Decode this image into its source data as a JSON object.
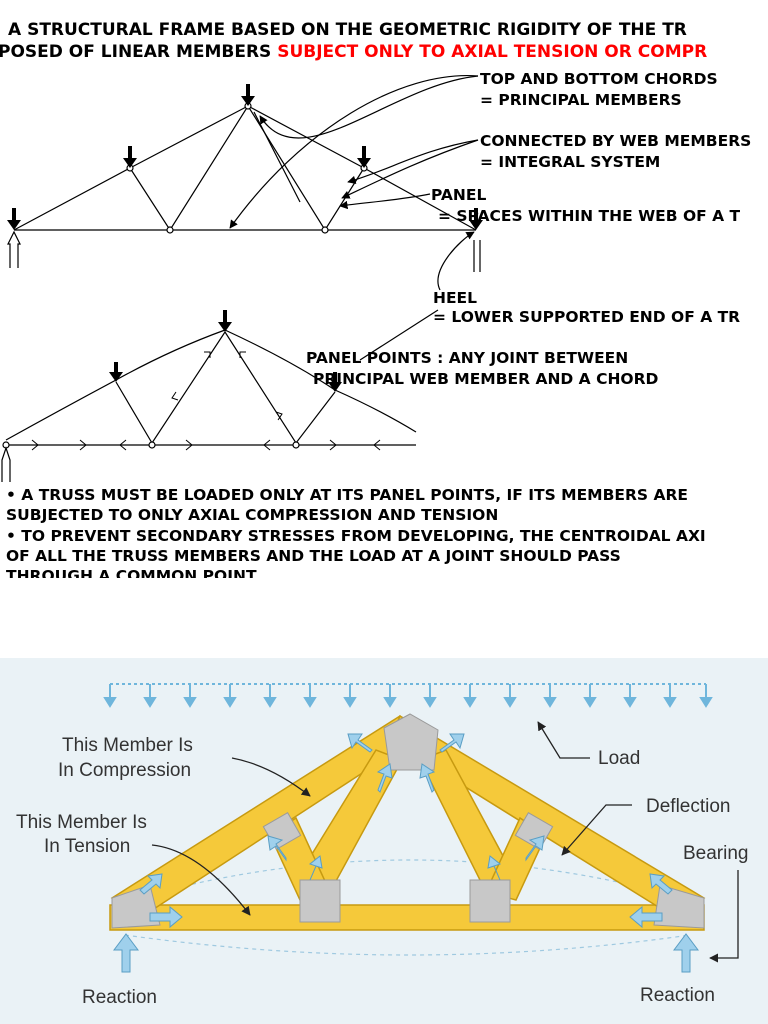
{
  "header": {
    "line1": "A STRUCTURAL FRAME BASED ON THE GEOMETRIC RIGIDITY OF THE TR",
    "line2_prefix": "POSED OF LINEAR MEMBERS ",
    "line2_red": "SUBJECT ONLY TO AXIAL TENSION OR COMPR"
  },
  "annotations": {
    "chords_title": "TOP AND BOTTOM CHORDS",
    "chords_def": "= PRINCIPAL MEMBERS",
    "web_title": "CONNECTED BY WEB MEMBERS",
    "web_def": "= INTEGRAL SYSTEM",
    "panel_title": "PANEL",
    "panel_def": "= SPACES WITHIN THE WEB OF A T",
    "heel_title": "HEEL",
    "heel_def": "= LOWER SUPPORTED END OF A TR",
    "panel_points_line1": "PANEL POINTS :  ANY JOINT BETWEEN",
    "panel_points_line2": "PRINCIPAL WEB MEMBER  AND A CHORD"
  },
  "bullets": [
    {
      "line1": "• A TRUSS MUST BE LOADED ONLY AT ITS PANEL POINTS, IF ITS MEMBERS ARE",
      "line2": "SUBJECTED TO ONLY AXIAL COMPRESSION AND TENSION"
    },
    {
      "line1": "• TO PREVENT SECONDARY STRESSES FROM DEVELOPING, THE CENTROIDAL AXI",
      "line2": "OF ALL THE   TRUSS MEMBERS AND THE LOAD AT A JOINT SHOULD PASS",
      "line3": "THROUGH A COMMON POINT"
    }
  ],
  "photo_labels": {
    "compression_1": "This Member Is",
    "compression_2": "In Compression",
    "tension_1": "This Member Is",
    "tension_2": "In Tension",
    "load": "Load",
    "deflection": "Deflection",
    "bearing": "Bearing",
    "reaction_left": "Reaction",
    "reaction_right": "Reaction"
  },
  "colors": {
    "accent_red": "#ff0000",
    "timber": "#f5c93a",
    "timber_edge": "#c79a10",
    "gusset": "#c8c8c8",
    "force_arrow": "#9fd0ec",
    "load_arrow": "#6fb6dc"
  }
}
